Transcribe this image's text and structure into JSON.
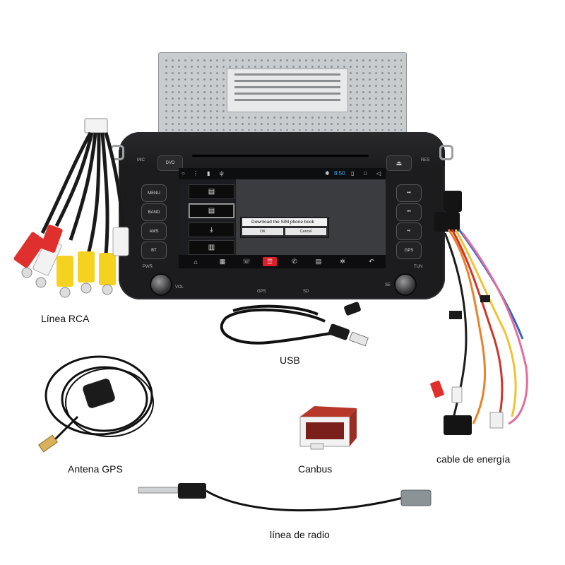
{
  "captions": {
    "rca": "Línea RCA",
    "usb": "USB",
    "gps": "Antena GPS",
    "canbus": "Canbus",
    "power": "cable de energía",
    "radio": "línea de radio"
  },
  "head_unit": {
    "labels": {
      "mic": "MIC",
      "dvd": "DVD",
      "res": "RES",
      "pwr": "PWR",
      "vol": "VOL",
      "tun": "TUN",
      "gps": "GPS",
      "sd": "SD",
      "se": "SE"
    },
    "left_buttons": [
      "MENU",
      "BAND",
      "AMS",
      "BT"
    ],
    "right_buttons": [
      "⏭",
      "⏮",
      "⏯",
      "GPS"
    ],
    "screen": {
      "clock": "8:50",
      "dialog_title": "Download the SIM phone book",
      "ok_label": "OK",
      "cancel_label": "Cancel"
    }
  },
  "colors": {
    "accent_red": "#d91f2b",
    "screen_blue": "#38a7e8",
    "rca_red": "#e0302e",
    "rca_yellow": "#f4d21f",
    "rca_white": "#f2f2f2"
  }
}
